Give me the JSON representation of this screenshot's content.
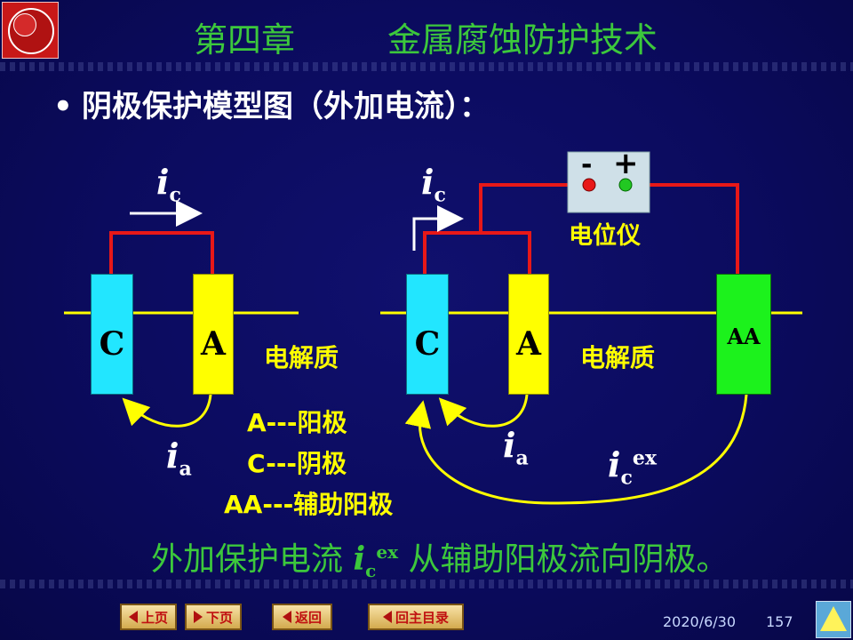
{
  "header": {
    "chapter": "第四章",
    "topic": "金属腐蚀防护技术"
  },
  "heading": {
    "bullet": "•",
    "text": "阴极保护模型图（外加电流）："
  },
  "diagram_left": {
    "current_top": "i",
    "current_top_sub": "c",
    "cathode": "C",
    "anode": "A",
    "electrolyte": "电解质",
    "current_bottom": "i",
    "current_bottom_sub": "a"
  },
  "legend": [
    "A---阳极",
    "C---阴极",
    "AA---辅助阳极"
  ],
  "diagram_right": {
    "current_top": "i",
    "current_top_sub": "c",
    "cathode": "C",
    "anode": "A",
    "aux_anode": "AA",
    "electrolyte": "电解质",
    "potentiometer": "电位仪",
    "minus": "-",
    "plus": "+",
    "current_a": "i",
    "current_a_sub": "a",
    "current_ex": "i",
    "current_ex_sub": "c",
    "current_ex_sup": "ex"
  },
  "conclusion": {
    "prefix": "外加保护电流",
    "sym": "i",
    "sub": "c",
    "sup": "ex",
    "suffix": "从辅助阳极流向阴极。"
  },
  "footer": {
    "prev": "上页",
    "next": "下页",
    "back": "返回",
    "home": "回主目录",
    "date": "2020/6/30",
    "page": "157"
  },
  "colors": {
    "cathode": "#22e6ff",
    "anode": "#ffff00",
    "aux_anode": "#1cf21c",
    "wire": "#e81818",
    "title": "#3cc83c",
    "arrow": "#ffff00"
  }
}
